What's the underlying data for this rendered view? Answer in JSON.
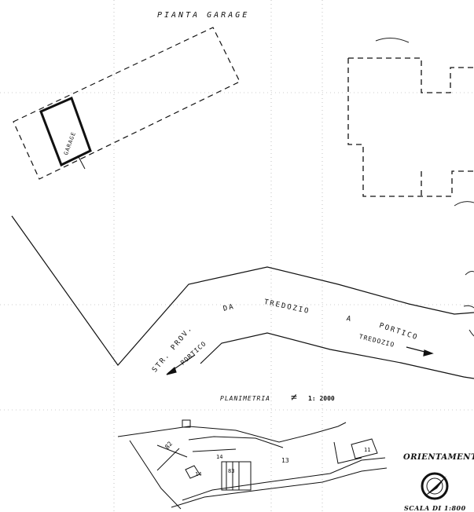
{
  "labels": {
    "pianta_garage": "PIANTA GARAGE",
    "garage": "GARAGE",
    "str_prov": "STR. PROV.",
    "da": "DA",
    "tredozio": "TREDOZIO",
    "a": "A",
    "portico": "PORTICO",
    "portico_arrow": "PORTICO",
    "tredozio_arrow": "TREDOZIO",
    "planimetria": "PLANIMETRIA",
    "scale_main": "1: 2000",
    "orientamento": "ORIENTAMENTO",
    "scala": "SCALA DI 1:800",
    "plot_82": "82",
    "plot_13": "13",
    "plot_14": "14",
    "plot_14b": "14",
    "plot_83": "83",
    "plot_11": "11"
  }
}
